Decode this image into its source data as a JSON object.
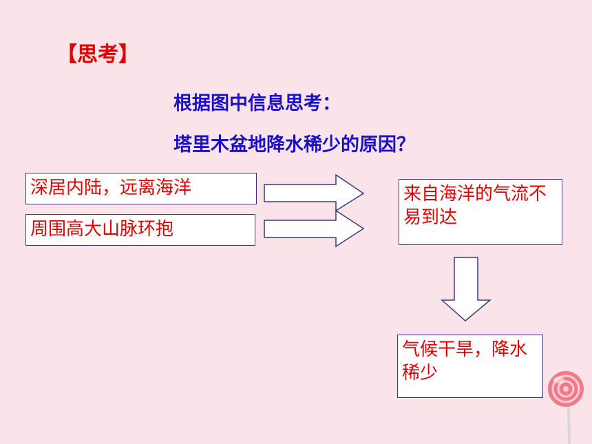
{
  "title": "【思考】",
  "question_line1": "根据图中信息思考：",
  "question_line2": "塔里木盆地降水稀少的原因？",
  "cause1": "深居内陆，远离海洋",
  "cause2": "周围高大山脉环抱",
  "effect": "来自海洋的气流不易到达",
  "result": "气候干旱，降水稀少",
  "colors": {
    "background": "#fbe3ea",
    "red_text": "#e00000",
    "blue_text": "#1a10c8",
    "box_border": "#3a3a7a",
    "lollipop_pink": "#f07a8a"
  }
}
